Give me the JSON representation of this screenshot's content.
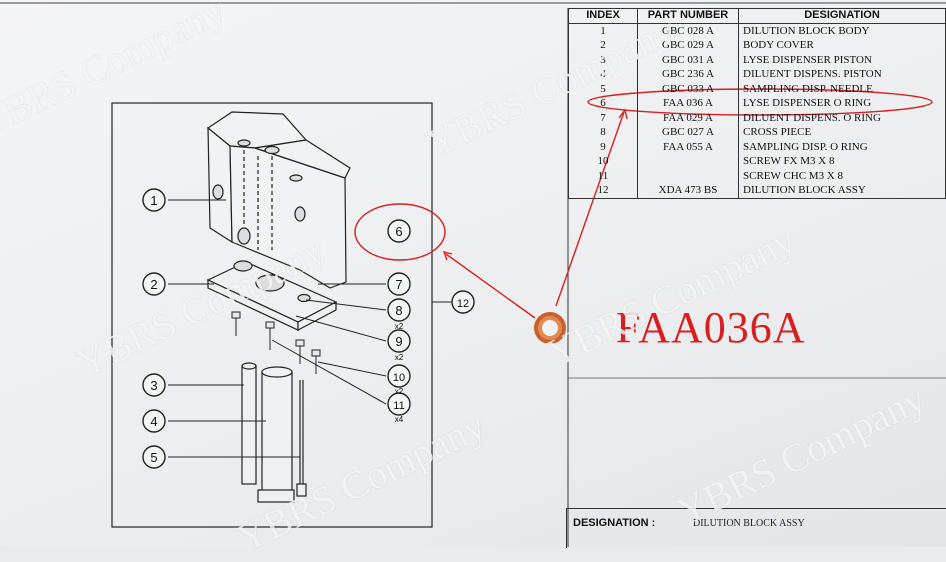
{
  "table": {
    "headers": {
      "index": "INDEX",
      "part_number": "PART NUMBER",
      "designation": "DESIGNATION"
    },
    "rows": [
      {
        "index": "1",
        "part_number": "GBC 028 A",
        "designation": "DILUTION BLOCK BODY"
      },
      {
        "index": "2",
        "part_number": "GBC 029 A",
        "designation": "BODY COVER"
      },
      {
        "index": "3",
        "part_number": "GBC 031 A",
        "designation": "LYSE DISPENSER PISTON"
      },
      {
        "index": "4",
        "part_number": "GBC 236 A",
        "designation": "DILUENT DISPENS. PISTON"
      },
      {
        "index": "5",
        "part_number": "GBC 033 A",
        "designation": "SAMPLING DISP. NEEDLE"
      },
      {
        "index": "6",
        "part_number": "FAA 036 A",
        "designation": "LYSE DISPENSER O RING"
      },
      {
        "index": "7",
        "part_number": "FAA 029 A",
        "designation": "DILUENT DISPENS. O RING"
      },
      {
        "index": "8",
        "part_number": "GBC 027 A",
        "designation": "CROSS PIECE"
      },
      {
        "index": "9",
        "part_number": "FAA 055 A",
        "designation": "SAMPLING DISP. O RING"
      },
      {
        "index": "10",
        "part_number": "",
        "designation": "SCREW FX M3 X 8"
      },
      {
        "index": "11",
        "part_number": "",
        "designation": "SCREW CHC M3 X 8"
      },
      {
        "index": "12",
        "part_number": "XDA 473 BS",
        "designation": "DILUTION BLOCK ASSY"
      }
    ]
  },
  "designation": {
    "label": "DESIGNATION :",
    "value": "DILUTION BLOCK ASSY"
  },
  "callout": {
    "part_code": "FAA036A"
  },
  "watermark": {
    "text": "YBRS Company"
  },
  "diagram": {
    "balloons": [
      "1",
      "2",
      "3",
      "4",
      "5",
      "6",
      "7",
      "8",
      "9",
      "10",
      "11",
      "12"
    ],
    "quantities": {
      "q8": "x2",
      "q9": "x2",
      "q10": "x2",
      "q11": "x4"
    }
  },
  "colors": {
    "highlight": "#d81e1e",
    "oring": "#c8612e",
    "line": "#222222"
  }
}
